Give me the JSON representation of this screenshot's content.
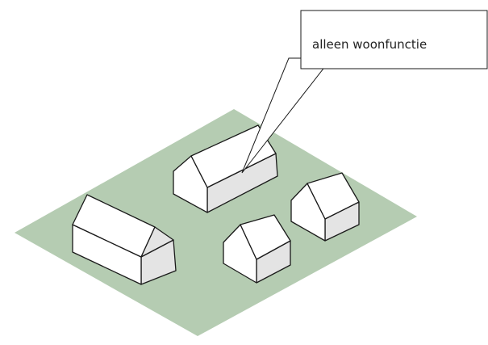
{
  "diagram": {
    "callout": {
      "label": "alleen woonfunctie"
    },
    "colors": {
      "ground": "#b5ccb2",
      "wall_light": "#ffffff",
      "wall_shade": "#e4e4e4",
      "outline": "#1a1a1a"
    },
    "buildings": [
      {
        "name": "house-left"
      },
      {
        "name": "house-top-center"
      },
      {
        "name": "house-front-small"
      },
      {
        "name": "house-right-small"
      }
    ]
  }
}
